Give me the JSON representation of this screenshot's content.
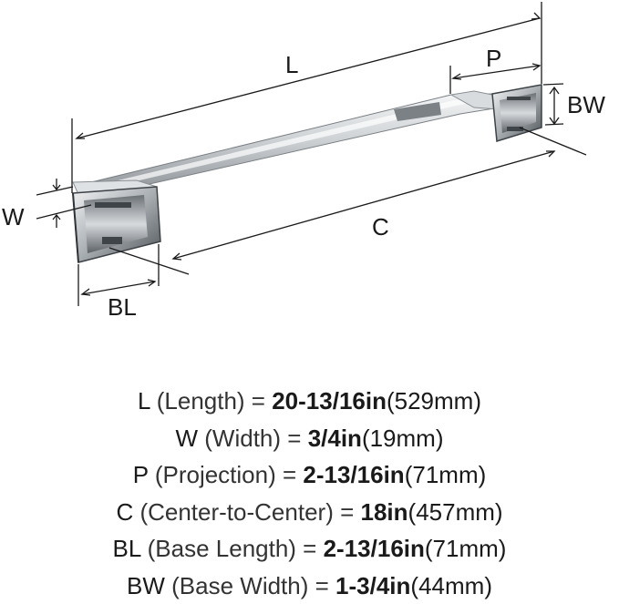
{
  "diagram": {
    "labels": {
      "L": "L",
      "P": "P",
      "BW": "BW",
      "W": "W",
      "C": "C",
      "BL": "BL"
    }
  },
  "specs": [
    {
      "code": "L",
      "name": "(Length) =",
      "value": "20-13/16in",
      "metric": "(529mm)"
    },
    {
      "code": "W",
      "name": "(Width) =",
      "value": "3/4in",
      "metric": "(19mm)"
    },
    {
      "code": "P",
      "name": "(Projection) =",
      "value": "2-13/16in",
      "metric": "(71mm)"
    },
    {
      "code": "C",
      "name": "(Center-to-Center) =",
      "value": "18in",
      "metric": "(457mm)"
    },
    {
      "code": "BL",
      "name": "(Base Length) =",
      "value": "2-13/16in",
      "metric": "(71mm)"
    },
    {
      "code": "BW",
      "name": "(Base Width) =",
      "value": "1-3/4in",
      "metric": "(44mm)"
    }
  ],
  "colors": {
    "line": "#1a1a1a",
    "chrome_light": "#e6e8ea",
    "chrome_mid": "#b9bdc1",
    "chrome_dark": "#5b6066"
  }
}
